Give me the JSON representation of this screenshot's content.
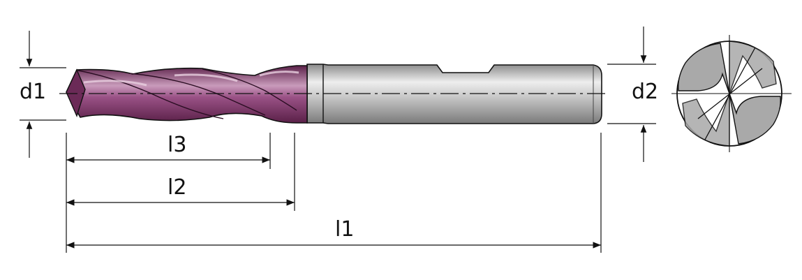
{
  "labels": {
    "d1": "d1",
    "d2": "d2",
    "l1": "l1",
    "l2": "l2",
    "l3": "l3"
  },
  "colors": {
    "coating": "#8a3f72",
    "coating_light": "#c99bbb",
    "coating_dark": "#5a2048",
    "shank": "#9a9a9a",
    "shank_light": "#e6e6e6",
    "line": "#111111",
    "end_view_fill": "#a9a9a9"
  }
}
